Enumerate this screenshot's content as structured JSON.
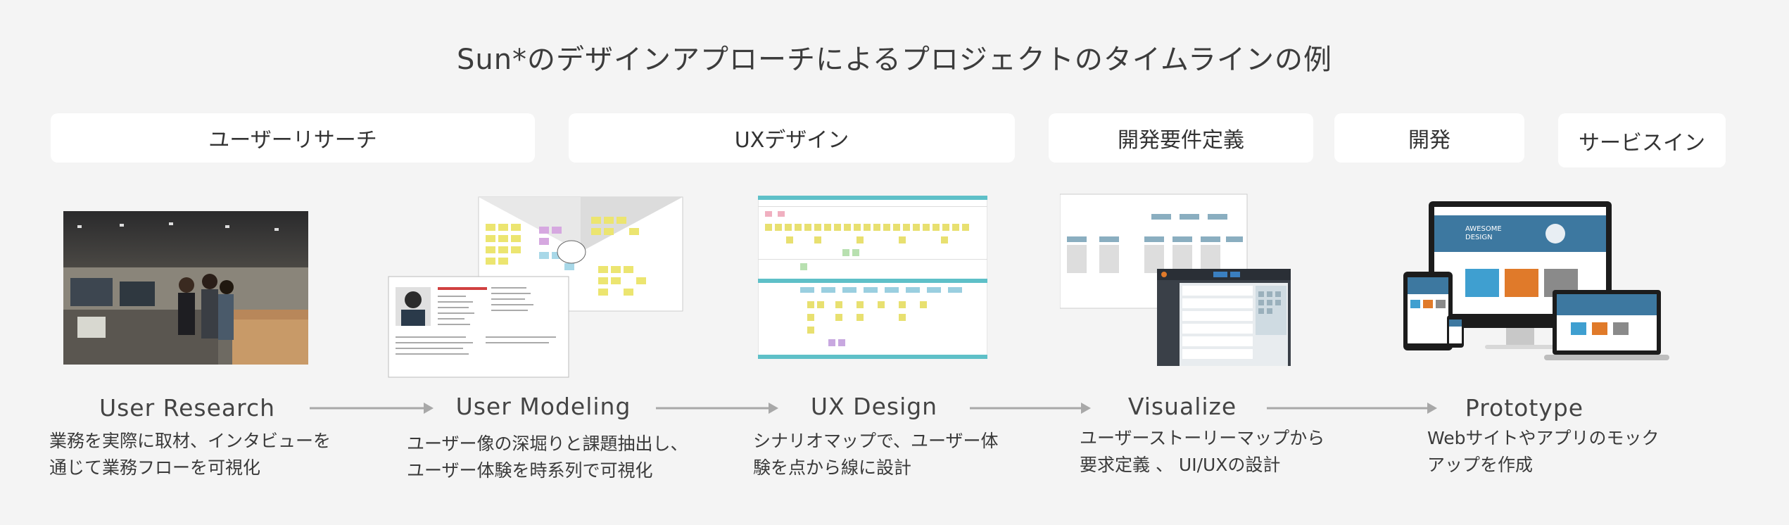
{
  "title": "Sun*のデザインアプローチによるプロジェクトのタイムラインの例",
  "phases": [
    {
      "label": "ユーザーリサーチ"
    },
    {
      "label": "UXデザイン"
    },
    {
      "label": "開発要件定義"
    },
    {
      "label": "開発"
    },
    {
      "label": "サービスイン"
    }
  ],
  "steps": [
    {
      "name": "User Research",
      "desc_line1": "業務を実際に取材、インタビューを",
      "desc_line2": "通じて業務フローを可視化"
    },
    {
      "name": "User Modeling",
      "desc_line1": "ユーザー像の深堀りと課題抽出し、",
      "desc_line2": "ユーザー体験を時系列で可視化"
    },
    {
      "name": "UX Design",
      "desc_line1": "シナリオマップで、ユーザー体",
      "desc_line2": "験を点から線に設計"
    },
    {
      "name": "Visualize",
      "desc_line1": "ユーザーストーリーマップから",
      "desc_line2": "要求定義 、 UI/UXの設計"
    },
    {
      "name": "Prototype",
      "desc_line1": "Webサイトやアプリのモック",
      "desc_line2": "アップを作成"
    }
  ],
  "mockup": {
    "hero_line1": "AWESOME",
    "hero_line2": "DESIGN"
  },
  "colors": {
    "background": "#f4f4f4",
    "card": "#ffffff",
    "arrow": "#a8a8a8",
    "sticky": "#e8e070",
    "accent_orange": "#e07a2a",
    "accent_blue": "#3f9fd0"
  }
}
